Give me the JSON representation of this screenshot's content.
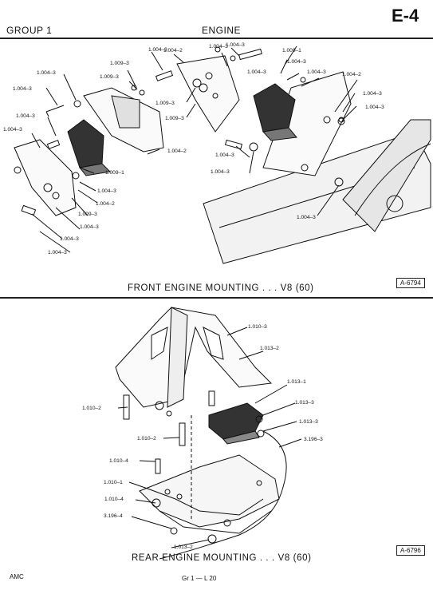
{
  "header": {
    "group": "GROUP 1",
    "title": "ENGINE",
    "page_code": "E-4"
  },
  "front": {
    "caption": "FRONT ENGINE MOUNTING . . . V8  (60)",
    "ref": "A-6794",
    "labels": [
      "1.004–3",
      "1.004–2",
      "1.004–3",
      "1.009–3",
      "1.009–3",
      "1.009–3",
      "1.009–3",
      "1.009–1",
      "1.004–3",
      "1.004–3",
      "1.004–2",
      "1.004–3",
      "1.004–3",
      "1.004–3",
      "1.004–3",
      "1.004–3",
      "1.004–2",
      "1.009–1",
      "1.004–3",
      "1.004–2",
      "1.004–3",
      "1.004–3",
      "1.004–3",
      "1.004–3",
      "1.004–3",
      "1.004–3"
    ]
  },
  "rear": {
    "caption": "REAR ENGINE MOUNTING . . . V8  (60)",
    "ref": "A-6796",
    "labels": [
      "1.010–3",
      "1.013–2",
      "1.013–1",
      "1.013–3",
      "1.013–3",
      "3.196–3",
      "1.010–2",
      "1.010–2",
      "1.010–4",
      "1.010–1",
      "1.010–4",
      "3.196–4",
      "1.013–2"
    ]
  },
  "footer": {
    "left": "AMC",
    "center": "Gr  1  —  L  20"
  }
}
